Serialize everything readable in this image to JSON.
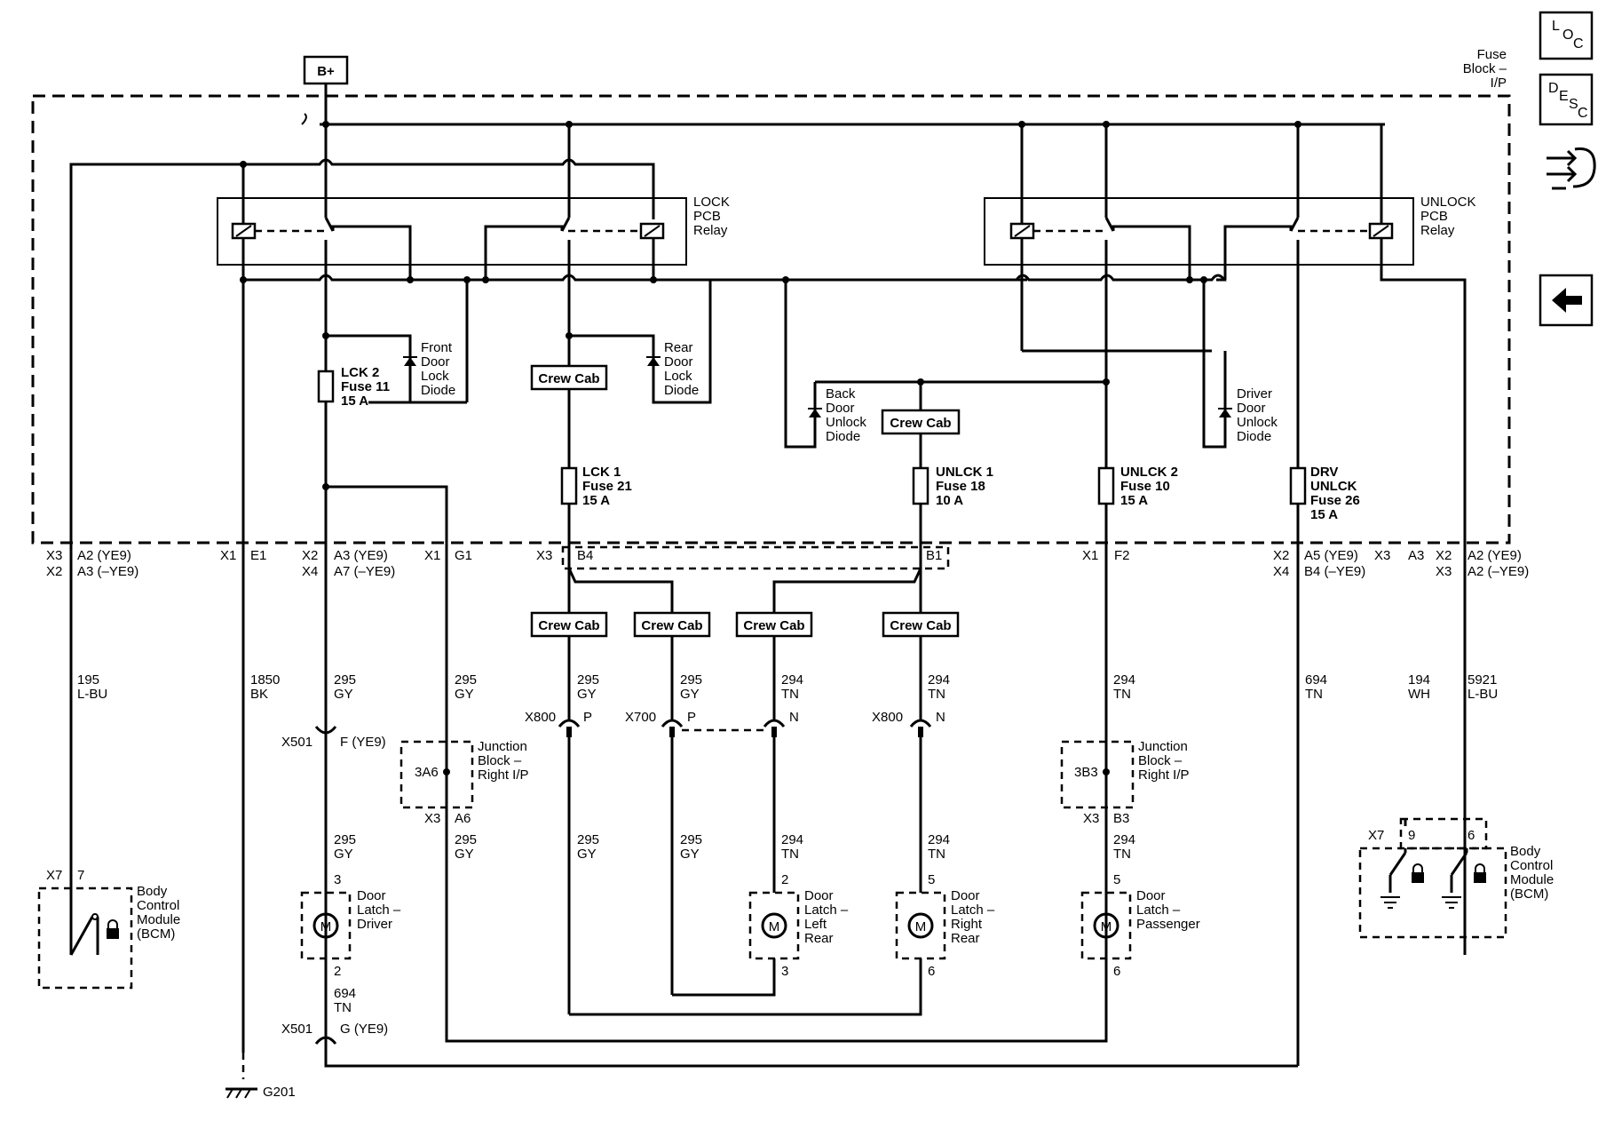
{
  "fuse_block": {
    "line1": "Fuse",
    "line2": "Block –",
    "line3": "I/P"
  },
  "bplus": "B+",
  "ground": "G201",
  "relays": {
    "lock": [
      "LOCK",
      "PCB",
      "Relay"
    ],
    "unlock": [
      "UNLOCK",
      "PCB",
      "Relay"
    ]
  },
  "fuses": {
    "lck2": [
      "LCK 2",
      "Fuse 11",
      "15 A"
    ],
    "lck1": [
      "LCK 1",
      "Fuse 21",
      "15 A"
    ],
    "unlck1": [
      "UNLCK 1",
      "Fuse 18",
      "10 A"
    ],
    "unlck2": [
      "UNLCK 2",
      "Fuse 10",
      "15 A"
    ],
    "drv": [
      "DRV",
      "UNLCK",
      "Fuse 26",
      "15 A"
    ]
  },
  "diodes": {
    "front": [
      "Front",
      "Door",
      "Lock",
      "Diode"
    ],
    "rear": [
      "Rear",
      "Door",
      "Lock",
      "Diode"
    ],
    "back": [
      "Back",
      "Door",
      "Unlock",
      "Diode"
    ],
    "driver": [
      "Driver",
      "Door",
      "Unlock",
      "Diode"
    ]
  },
  "crew_cab": "Crew Cab",
  "connectors": {
    "x3a2": [
      "X3",
      "A2 (YE9)"
    ],
    "x2a3": [
      "X2",
      "A3 (–YE9)"
    ],
    "x1e1": [
      "X1",
      "E1"
    ],
    "x2a3b": [
      "X2",
      "A3 (YE9)"
    ],
    "x4a7": [
      "X4",
      "A7 (–YE9)"
    ],
    "x1g1": [
      "X1",
      "G1"
    ],
    "x3b4": [
      "X3",
      "B4"
    ],
    "b1": "B1",
    "x1f2": [
      "X1",
      "F2"
    ],
    "x2a5": [
      "X2",
      "A5 (YE9)"
    ],
    "x4b4": [
      "X4",
      "B4 (–YE9)"
    ],
    "x3a3": [
      "X3",
      "A3"
    ],
    "x2a2": [
      "X2",
      "A2 (YE9)"
    ],
    "x3a2b": [
      "X3",
      "A2 (–YE9)"
    ]
  },
  "wires": {
    "w195": [
      "195",
      "L-BU"
    ],
    "w1850": [
      "1850",
      "BK"
    ],
    "w295a": [
      "295",
      "GY"
    ],
    "w295b": [
      "295",
      "GY"
    ],
    "w295c": [
      "295",
      "GY"
    ],
    "w295d": [
      "295",
      "GY"
    ],
    "w294a": [
      "294",
      "TN"
    ],
    "w294b": [
      "294",
      "TN"
    ],
    "w294c": [
      "294",
      "TN"
    ],
    "w694": [
      "694",
      "TN"
    ],
    "w194": [
      "194",
      "WH"
    ],
    "w5921": [
      "5921",
      "L-BU"
    ],
    "w295e": [
      "295",
      "GY"
    ],
    "w295f": [
      "295",
      "GY"
    ],
    "w295g": [
      "295",
      "GY"
    ],
    "w295h": [
      "295",
      "GY"
    ],
    "w294d": [
      "294",
      "TN"
    ],
    "w294e": [
      "294",
      "TN"
    ],
    "w294f": [
      "294",
      "TN"
    ],
    "w694b": [
      "694",
      "TN"
    ]
  },
  "inline": {
    "x501f": [
      "X501",
      "F (YE9)"
    ],
    "x501g": [
      "X501",
      "G (YE9)"
    ],
    "x800p": [
      "X800",
      "P"
    ],
    "x700p": [
      "X700",
      "P"
    ],
    "n1": "N",
    "x800n": [
      "X800",
      "N"
    ]
  },
  "junction": {
    "left": {
      "id": "3A6",
      "label": [
        "Junction",
        "Block –",
        "Right I/P"
      ],
      "pins": [
        "X3",
        "A6"
      ]
    },
    "right": {
      "id": "3B3",
      "label": [
        "Junction",
        "Block –",
        "Right I/P"
      ],
      "pins": [
        "X3",
        "B3"
      ]
    }
  },
  "latches": {
    "driver": {
      "top": "3",
      "bottom": "2",
      "label": [
        "Door",
        "Latch –",
        "Driver"
      ]
    },
    "left_rear": {
      "top": "2",
      "bottom": "3",
      "label": [
        "Door",
        "Latch –",
        "Left",
        "Rear"
      ]
    },
    "right_rear": {
      "top": "5",
      "bottom": "6",
      "label": [
        "Door",
        "Latch –",
        "Right",
        "Rear"
      ]
    },
    "passenger": {
      "top": "5",
      "bottom": "6",
      "label": [
        "Door",
        "Latch –",
        "Passenger"
      ]
    },
    "motor": "M"
  },
  "bcm": {
    "left": {
      "conn": "X7",
      "pin": "7",
      "label": [
        "Body",
        "Control",
        "Module",
        "(BCM)"
      ]
    },
    "right": {
      "conn": "X7",
      "pins": [
        "9",
        "6"
      ],
      "label": [
        "Body",
        "Control",
        "Module",
        "(BCM)"
      ]
    }
  },
  "nav": {
    "loc": [
      "L",
      "O",
      "C"
    ],
    "desc": [
      "D",
      "E",
      "S",
      "C"
    ],
    "icons": [
      "connector-icon",
      "back-arrow-icon"
    ]
  }
}
